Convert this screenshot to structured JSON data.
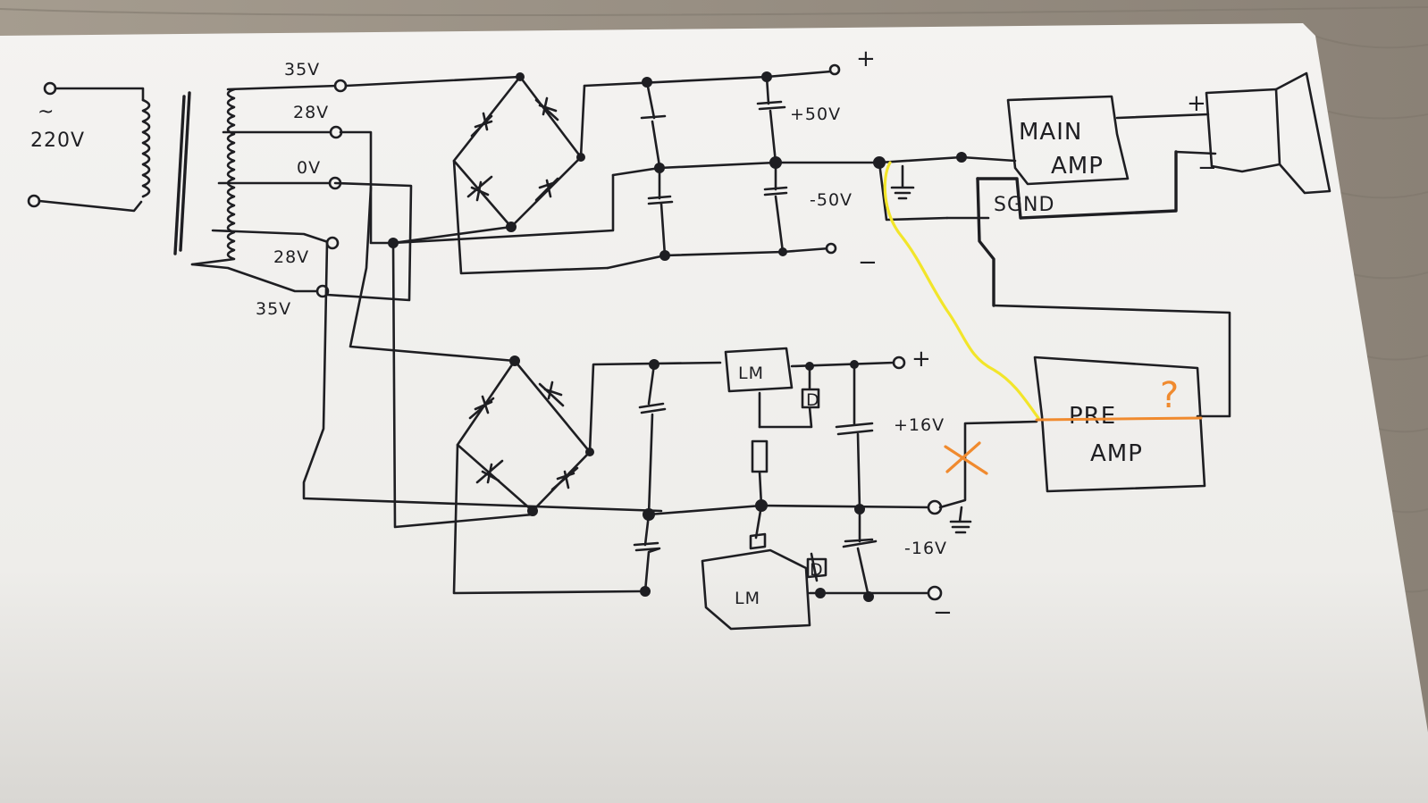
{
  "labels": {
    "mains_tilde": "~",
    "mains_voltage": "220V",
    "tap_35v_top": "35V",
    "tap_28v_top": "28V",
    "tap_0v": "0V",
    "tap_28v_bottom": "28V",
    "tap_35v_bottom": "35V",
    "plus_50v": "+50V",
    "minus_50v": "-50V",
    "hv_plus": "+",
    "hv_minus": "−",
    "main_amp_line1": "MAIN",
    "main_amp_line2": "AMP",
    "sgnd": "SGND",
    "spk_plus": "+",
    "spk_minus": "−",
    "reg_top": "LM",
    "reg_bottom": "LM",
    "diode_top": "D",
    "diode_bottom": "D",
    "out_plus": "+",
    "plus_16v": "+16V",
    "minus_16v": "-16V",
    "lv_minus": "−",
    "pre_amp_line1": "PRE",
    "pre_amp_line2": "AMP",
    "question_mark": "?"
  },
  "colors": {
    "paper": "#f3f2ef",
    "ink": "#1e1e22",
    "yellow_wire": "#f2e52a",
    "orange_mark": "#f08a2e",
    "wood_background": "#8f877c"
  }
}
